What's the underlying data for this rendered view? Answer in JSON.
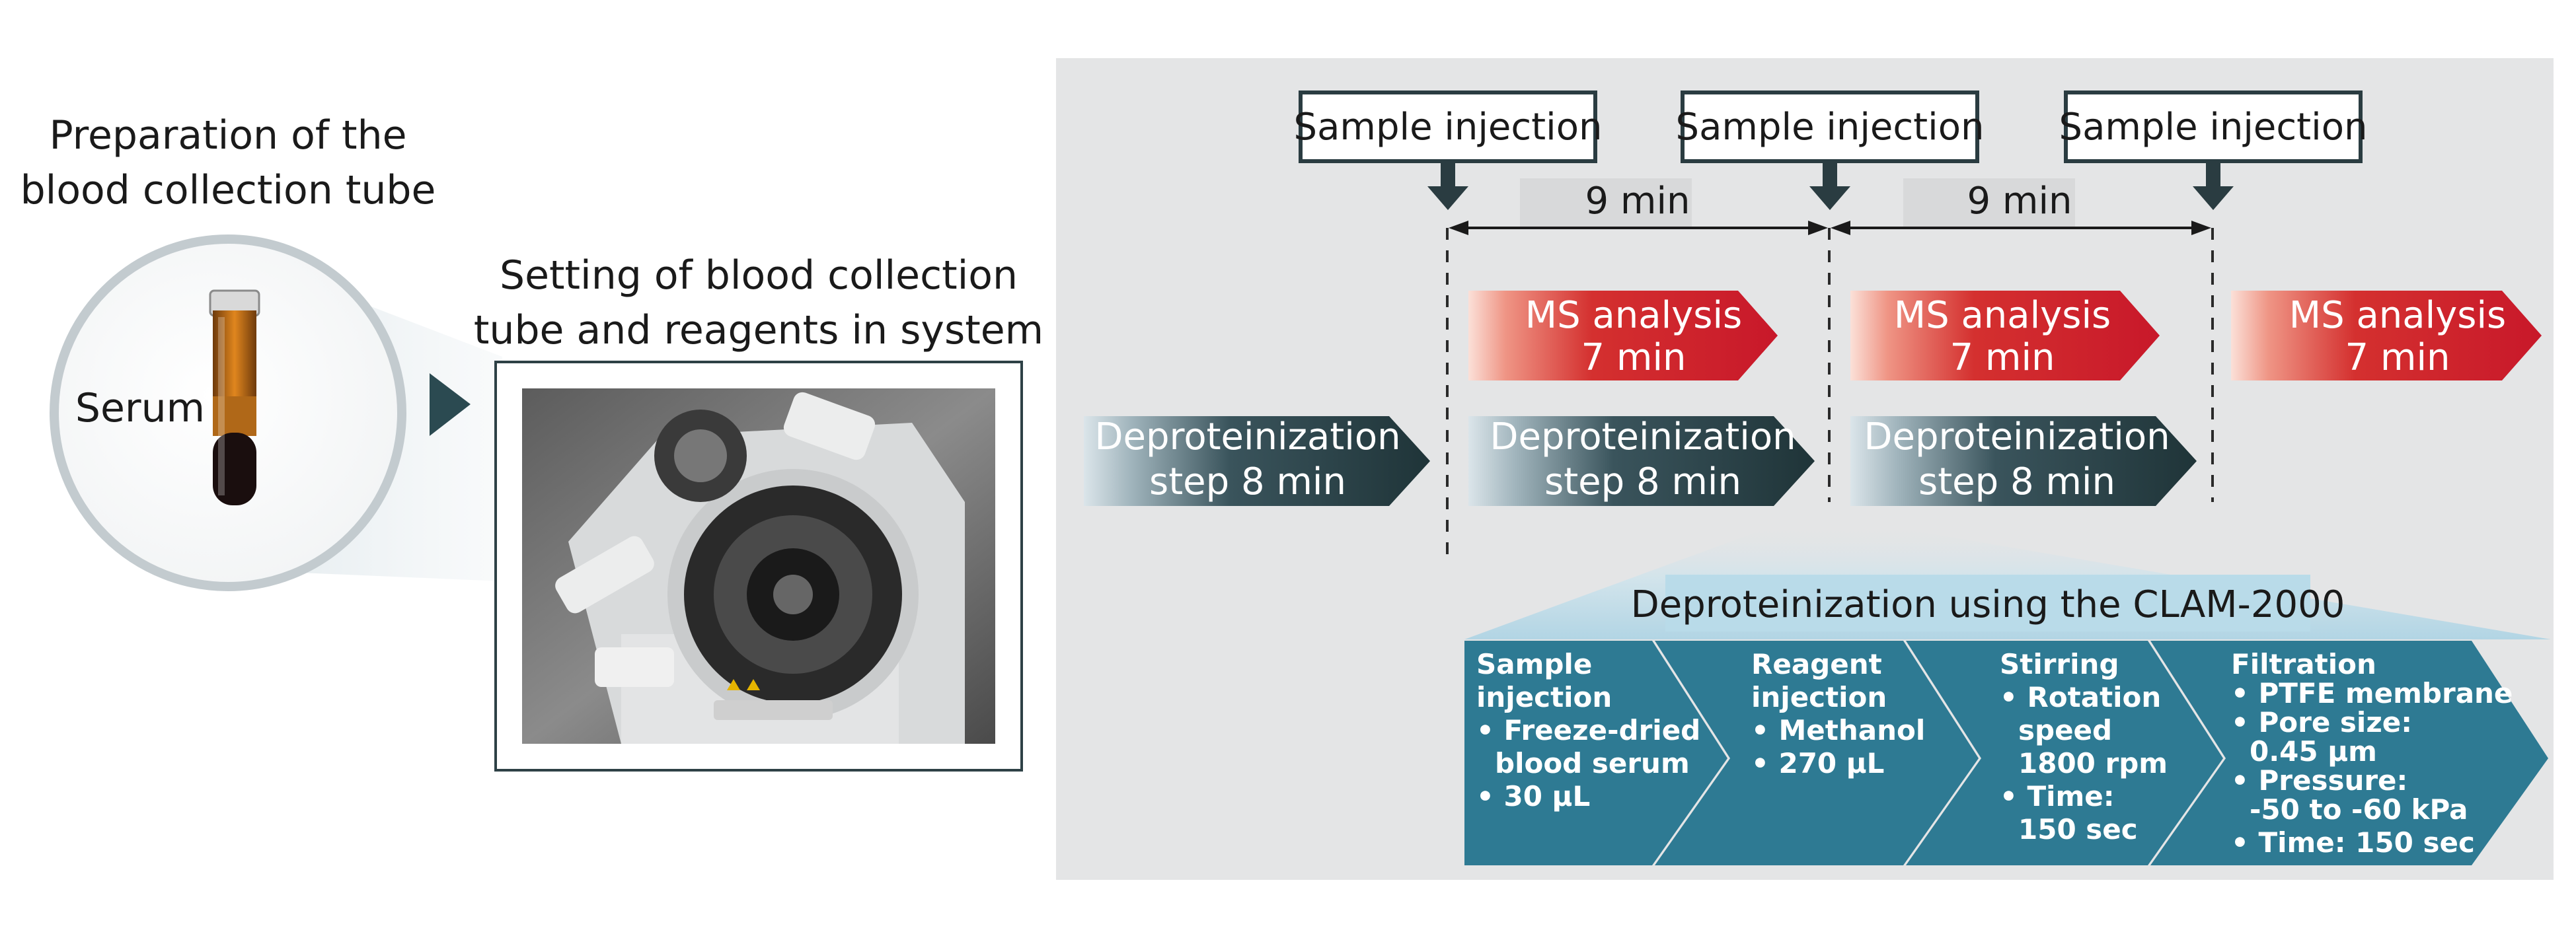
{
  "left": {
    "title_line1": "Preparation of the",
    "title_line2": "blood collection tube",
    "serum_label": "Serum"
  },
  "middle": {
    "title_line1": "Setting of blood collection",
    "title_line2": "tube and reagents in system"
  },
  "timeline": {
    "injections": [
      "Sample injection",
      "Sample injection",
      "Sample injection"
    ],
    "intervals": [
      "9 min",
      "9 min"
    ],
    "ms_line1": "MS analysis",
    "ms_line2": "7 min",
    "deprot_line1": "Deproteinization",
    "deprot_line2": "step 8 min"
  },
  "clam": {
    "title": "Deproteinization using the CLAM-2000",
    "steps": [
      {
        "header": [
          "Sample",
          "injection"
        ],
        "bullets": [
          {
            "dot": true,
            "text": "Freeze-dried"
          },
          {
            "dot": false,
            "text": "blood serum"
          },
          {
            "dot": true,
            "text": "30 μL"
          }
        ]
      },
      {
        "header": [
          "Reagent",
          "injection"
        ],
        "bullets": [
          {
            "dot": true,
            "text": "Methanol"
          },
          {
            "dot": true,
            "text": "270 μL"
          }
        ]
      },
      {
        "header": [
          "Stirring"
        ],
        "bullets": [
          {
            "dot": true,
            "text": "Rotation"
          },
          {
            "dot": false,
            "text": "speed"
          },
          {
            "dot": false,
            "text": "1800 rpm"
          },
          {
            "dot": true,
            "text": "Time:"
          },
          {
            "dot": false,
            "text": "150 sec"
          }
        ]
      },
      {
        "header": [
          "Filtration"
        ],
        "bullets": [
          {
            "dot": true,
            "text": "PTFE membrane"
          },
          {
            "dot": true,
            "text": "Pore size:"
          },
          {
            "dot": false,
            "text": "0.45 μm"
          },
          {
            "dot": true,
            "text": "Pressure:"
          },
          {
            "dot": false,
            "text": "-50 to -60 kPa"
          },
          {
            "dot": true,
            "text": "Time: 150 sec"
          }
        ]
      }
    ]
  },
  "colors": {
    "panel": "#e4e5e6",
    "dark": "#23393e",
    "red": "#c8202a",
    "teal": "#2e7a93",
    "accent_blue": "#b9dbe9"
  }
}
